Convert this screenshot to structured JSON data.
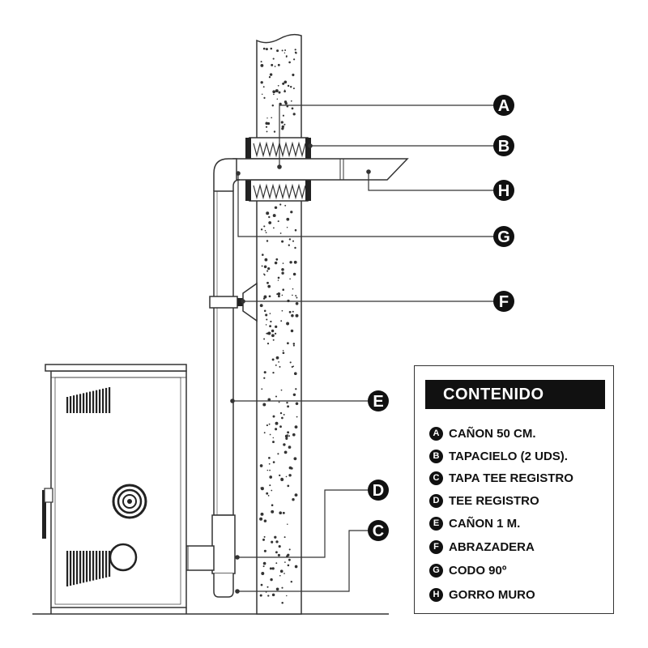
{
  "callouts": [
    {
      "id": "callout-a",
      "letter": "A"
    },
    {
      "id": "callout-b",
      "letter": "B"
    },
    {
      "id": "callout-h",
      "letter": "H"
    },
    {
      "id": "callout-g",
      "letter": "G"
    },
    {
      "id": "callout-f",
      "letter": "F"
    },
    {
      "id": "callout-e",
      "letter": "E"
    },
    {
      "id": "callout-d",
      "letter": "D"
    },
    {
      "id": "callout-c",
      "letter": "C"
    }
  ],
  "legend": {
    "title": "CONTENIDO",
    "items": [
      {
        "letter": "A",
        "label": "CAÑON 50 CM."
      },
      {
        "letter": "B",
        "label": "TAPACIELO (2 UDS)."
      },
      {
        "letter": "C",
        "label": "TAPA TEE REGISTRO"
      },
      {
        "letter": "D",
        "label": "TEE REGISTRO"
      },
      {
        "letter": "E",
        "label": "CAÑON 1 M."
      },
      {
        "letter": "F",
        "label": "ABRAZADERA"
      },
      {
        "letter": "G",
        "label": "CODO 90º"
      },
      {
        "letter": "H",
        "label": "GORRO MURO"
      }
    ]
  },
  "colors": {
    "line": "#333333",
    "badge": "#111111"
  }
}
